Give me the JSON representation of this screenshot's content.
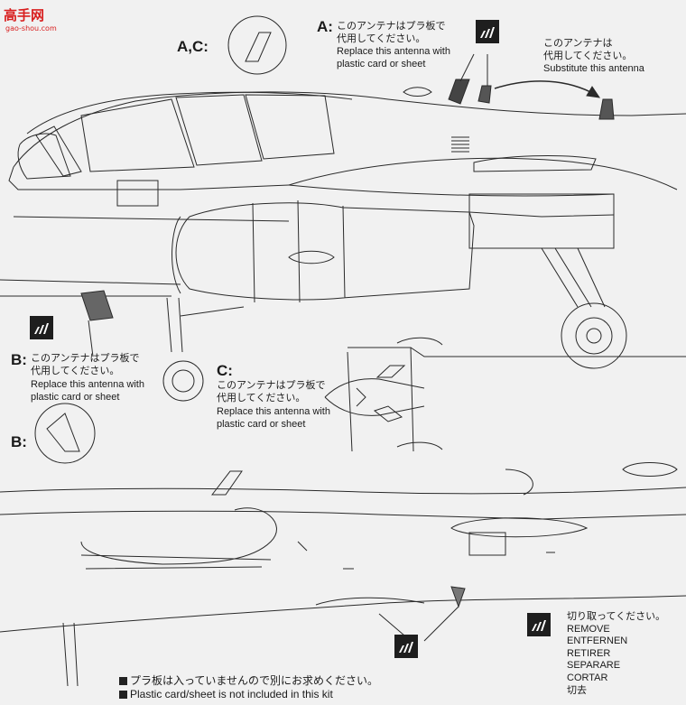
{
  "watermark": {
    "logo_text": "高手网",
    "url_text": "gao-shou.com"
  },
  "callout_ac": {
    "label": "A,C:"
  },
  "callout_a": {
    "letter": "A:",
    "jp": "このアンテナはプラ板で",
    "jp2": "代用してください。",
    "en1": "Replace this antenna with",
    "en2": "plastic card or sheet"
  },
  "callout_sub": {
    "jp": "このアンテナは",
    "jp2": "代用してください。",
    "en": "Substitute this antenna"
  },
  "callout_b": {
    "letter": "B:",
    "jp": "このアンテナはプラ板で",
    "jp2": "代用してください。",
    "en1": "Replace this antenna with",
    "en2": "plastic card or sheet"
  },
  "callout_b2": {
    "label": "B:"
  },
  "callout_c": {
    "letter": "C:",
    "jp": "このアンテナはプラ板で",
    "jp2": "代用してください。",
    "en1": "Replace this antenna with",
    "en2": "plastic card or sheet"
  },
  "remove_legend": {
    "jp": "切り取ってください。",
    "lines": [
      "REMOVE",
      "ENTFERNEN",
      "RETIRER",
      "SEPARARE",
      "CORTAR",
      "切去"
    ]
  },
  "footnote": {
    "jp": "プラ板は入っていませんので別にお求めください。",
    "en": "Plastic card/sheet is not included in this kit"
  },
  "colors": {
    "line": "#2a2a2a",
    "paper": "#f1f1f1",
    "shade": "#9a9a9a",
    "accent_logo": "#d81e1e"
  },
  "icons": [
    "cutter-icon"
  ]
}
